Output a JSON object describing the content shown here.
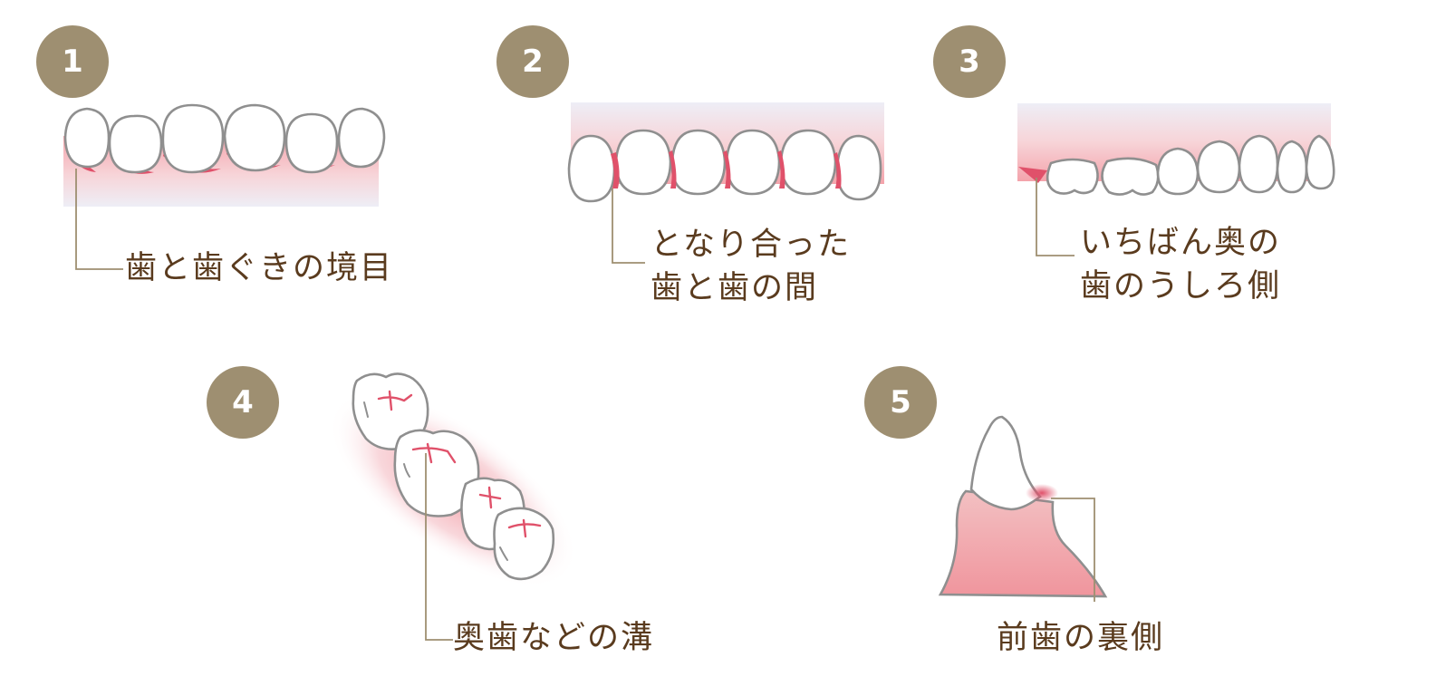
{
  "areas": [
    {
      "number": "1",
      "label_lines": [
        "歯と歯ぐきの境目"
      ]
    },
    {
      "number": "2",
      "label_lines": [
        "となり合った",
        "歯と歯の間"
      ]
    },
    {
      "number": "3",
      "label_lines": [
        "いちばん奥の",
        "歯のうしろ側"
      ]
    },
    {
      "number": "4",
      "label_lines": [
        "奥歯などの溝"
      ]
    },
    {
      "number": "5",
      "label_lines": [
        "前歯の裏側"
      ]
    }
  ],
  "colors": {
    "badge": "#9e8f71",
    "label_text": "#5a3b1e",
    "risk_highlight": "#e0516a",
    "gum": "#f2b3b6",
    "tooth_outline": "#8f8f8f"
  }
}
